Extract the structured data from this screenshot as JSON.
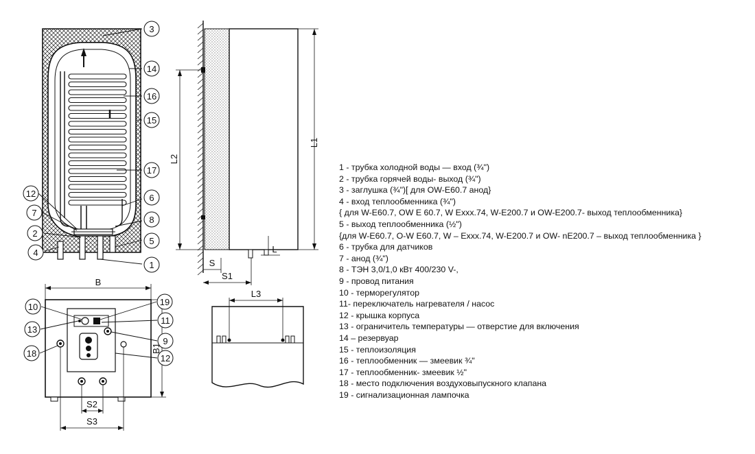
{
  "callouts": [
    "1",
    "2",
    "3",
    "4",
    "5",
    "6",
    "7",
    "8",
    "9",
    "10",
    "11",
    "12",
    "13",
    "14",
    "15",
    "16",
    "17",
    "18",
    "19"
  ],
  "dimensions": {
    "B": "B",
    "B1": "B1",
    "S": "S",
    "S1": "S1",
    "S2": "S2",
    "S3": "S3",
    "L": "L",
    "L1": "L1",
    "L2": "L2",
    "L3": "L3"
  },
  "legend": [
    "1 - трубка холодной воды — вход (¾\")",
    "2 - трубка горячей воды- выход (¾\")",
    "3 - заглушка (¾\")[ для OW-E60.7 анод}",
    "4 - вход теплообменника (¾\")",
    "{ для W-E60.7, OW E 60.7, W Exxx.74, W-E200.7 и OW-E200.7- выход теплообменника}",
    "5 - выход теплообменника (½\")",
    "{для W-E60.7, O-W E60.7, W – Exxx.74, W-E200.7 и OW- nE200.7 – выход теплообменника }",
    "6 - трубка для датчиков",
    "7 - анод (¾\")",
    "8 - ТЭН 3,0/1,0 кВт 400/230 V-,",
    "9 - провод питания",
    "10 - терморегулятор",
    "11- переключатель нагревателя / насос",
    "12 - крышка корпуса",
    "13 - ограничитель температуры — отверстие для включения",
    "14 – резервуар",
    "15 - теплоизоляция",
    "16 - теплообменник — змеевик ¾\"",
    "17 - теплообменник- змеевик ½\"",
    "18 - место подключения воздуховыпускного клапана",
    "19 - сигнализационная лампочка"
  ]
}
